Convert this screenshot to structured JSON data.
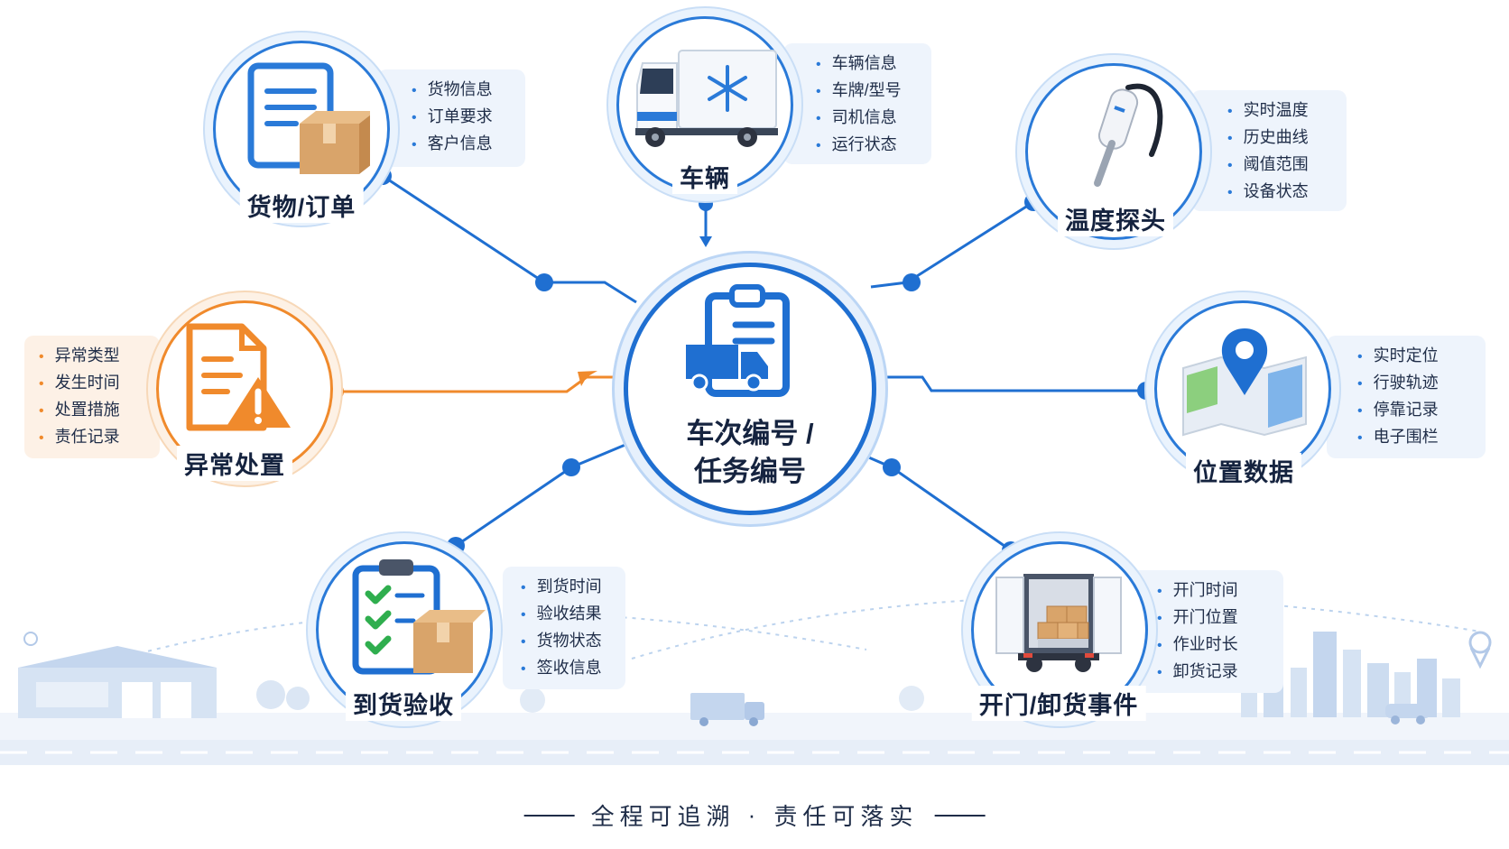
{
  "center": {
    "line1": "车次编号 /",
    "line2": "任务编号"
  },
  "nodes": {
    "cargo": {
      "title": "货物/订单",
      "items": [
        "货物信息",
        "订单要求",
        "客户信息"
      ]
    },
    "vehicle": {
      "title": "车辆",
      "items": [
        "车辆信息",
        "车牌/型号",
        "司机信息",
        "运行状态"
      ]
    },
    "probe": {
      "title": "温度探头",
      "items": [
        "实时温度",
        "历史曲线",
        "阈值范围",
        "设备状态"
      ]
    },
    "exception": {
      "title": "异常处置",
      "items": [
        "异常类型",
        "发生时间",
        "处置措施",
        "责任记录"
      ]
    },
    "location": {
      "title": "位置数据",
      "items": [
        "实时定位",
        "行驶轨迹",
        "停靠记录",
        "电子围栏"
      ]
    },
    "arrival": {
      "title": "到货验收",
      "items": [
        "到货时间",
        "验收结果",
        "货物状态",
        "签收信息"
      ]
    },
    "door": {
      "title": "开门/卸货事件",
      "items": [
        "开门时间",
        "开门位置",
        "作业时长",
        "卸货记录"
      ]
    }
  },
  "tagline": {
    "left": "全程可追溯",
    "sep": "·",
    "right": "责任可落实"
  },
  "colors": {
    "primary": "#1f6fd1",
    "accent": "#f08a2c",
    "card": "#eef4fc",
    "text": "#15233f"
  }
}
